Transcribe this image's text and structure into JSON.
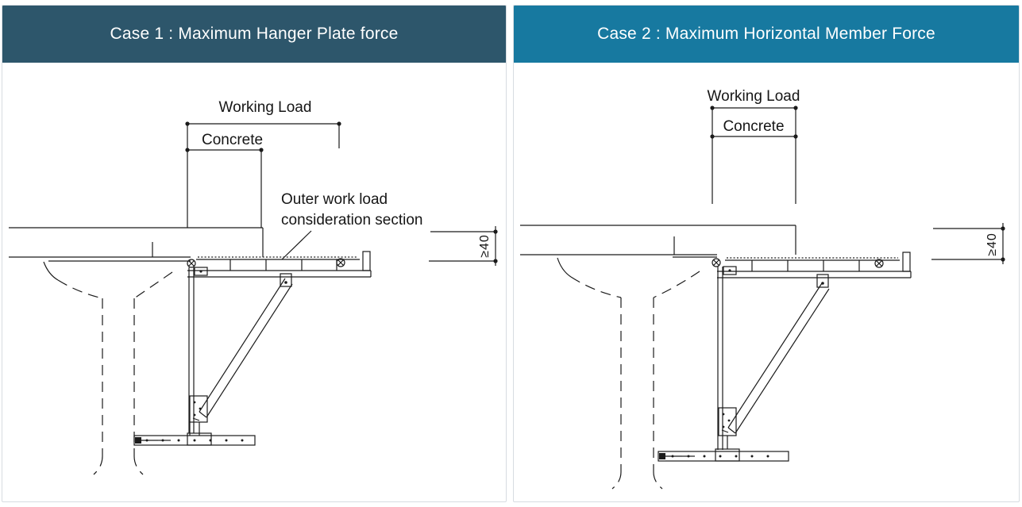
{
  "page": {
    "background": "#ffffff",
    "line_color": "#1b1b1b"
  },
  "panels": [
    {
      "id": "case1",
      "title": "Case 1 : Maximum Hanger Plate force",
      "header_color": "#2d566b",
      "labels": {
        "working_load": "Working Load",
        "concrete": "Concrete",
        "annotation_line1": "Outer work load",
        "annotation_line2": "consideration section",
        "dimension": "≥40"
      }
    },
    {
      "id": "case2",
      "title": "Case 2 : Maximum Horizontal Member Force",
      "header_color": "#1779a0",
      "labels": {
        "working_load": "Working Load",
        "concrete": "Concrete",
        "dimension": "≥40"
      }
    }
  ]
}
